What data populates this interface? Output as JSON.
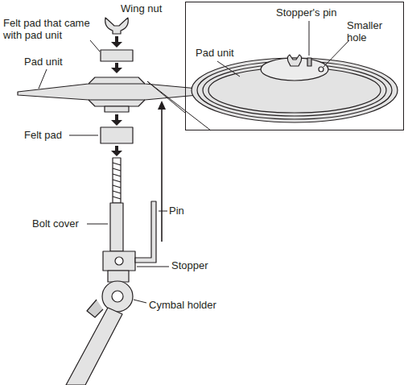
{
  "diagram": {
    "nodes": [
      {
        "text": [
          "Stopper's pin",
          "Pad unit",
          "Smaller hole"
        ]
      }
    ],
    "labels": [
      "Wing nut",
      "Felt pad that came with pad unit",
      "Pad unit",
      "Felt pad",
      "Bolt cover",
      "Pin",
      "Stopper",
      "Cymbal holder"
    ]
  }
}
